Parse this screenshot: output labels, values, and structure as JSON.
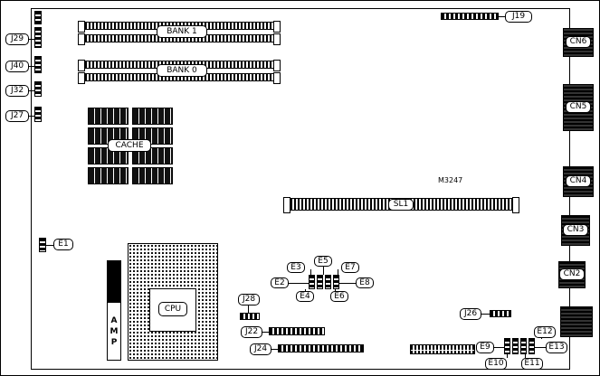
{
  "figure": {
    "type": "motherboard layout diagram",
    "part_number": "M3247",
    "colors": {
      "line": "#000000",
      "background": "#ffffff",
      "chip_fill": "#111111"
    }
  },
  "left_connectors": {
    "j29": "J29",
    "j40": "J40",
    "j32": "J32",
    "j27": "J27"
  },
  "top_connectors": {
    "j19": "J19"
  },
  "right_connectors": {
    "cn6": "CN6",
    "cn5": "CN5",
    "cn4": "CN4",
    "cn3": "CN3",
    "cn2": "CN2"
  },
  "memory_banks": {
    "bank1": "BANK 1",
    "bank0": "BANK 0"
  },
  "cache": {
    "label": "CACHE"
  },
  "cpu": {
    "label": "CPU",
    "socket_strip": "AMP"
  },
  "expansion_slot": {
    "label": "SL1"
  },
  "jumpers": {
    "e1": "E1",
    "e2": "E2",
    "e3": "E3",
    "e4": "E4",
    "e5": "E5",
    "e6": "E6",
    "e7": "E7",
    "e8": "E8",
    "e9": "E9",
    "e10": "E10",
    "e11": "E11",
    "e12": "E12",
    "e13": "E13"
  },
  "pin_headers": {
    "j22": "J22",
    "j24": "J24",
    "j26": "J26",
    "j28": "J28"
  }
}
